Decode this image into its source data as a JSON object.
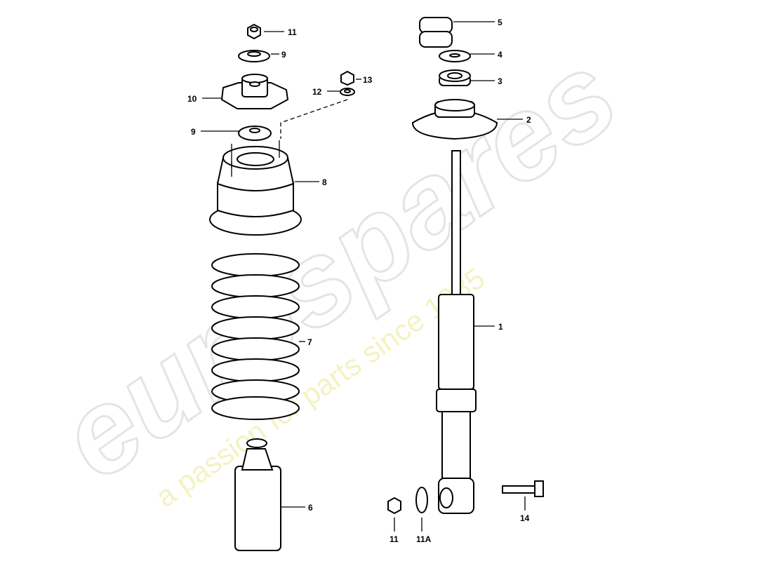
{
  "watermark": {
    "brand": "eurospares",
    "tagline": "a passion for parts since 1985"
  },
  "labels": {
    "p1": "1",
    "p2": "2",
    "p3": "3",
    "p4": "4",
    "p5": "5",
    "p6": "6",
    "p7": "7",
    "p8": "8",
    "p9a": "9",
    "p9b": "9",
    "p10": "10",
    "p11a": "11",
    "p11b": "11",
    "p11A": "11A",
    "p12": "12",
    "p13": "13",
    "p14": "14"
  }
}
